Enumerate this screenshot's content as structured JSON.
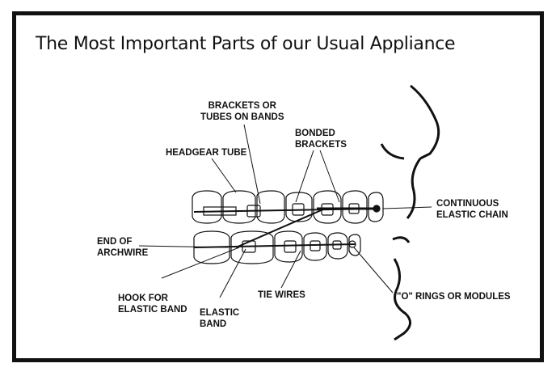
{
  "title": "The Most Important Parts of our Usual Appliance",
  "labels": {
    "brackets_or_tubes": [
      "BRACKETS OR",
      "TUBES ON BANDS"
    ],
    "bonded_brackets": [
      "BONDED",
      "BRACKETS"
    ],
    "headgear_tube": "HEADGEAR TUBE",
    "continuous_elastic_chain": [
      "CONTINUOUS",
      "ELASTIC CHAIN"
    ],
    "end_of_archwire": [
      "END OF",
      "ARCHWIRE"
    ],
    "hook_for_elastic_band": [
      "HOOK FOR",
      "ELASTIC BAND"
    ],
    "elastic_band": [
      "ELASTIC",
      "BAND"
    ],
    "tie_wires": "TIE WIRES",
    "o_rings_or_modules": "\"O\" RINGS OR MODULES"
  }
}
